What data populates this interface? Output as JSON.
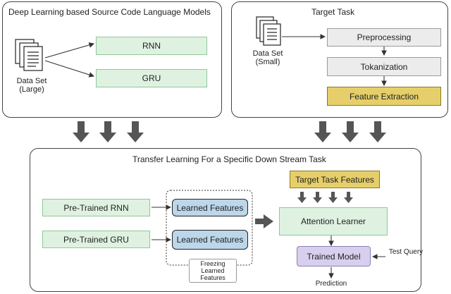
{
  "panels": {
    "pretraining_title": "Deep Learning based Source Code Language Models",
    "target_title": "Target Task",
    "transfer_title": "Transfer Learning For a Specific Down Stream Task"
  },
  "pretraining": {
    "dataset_label": "Data Set",
    "dataset_size": "(Large)",
    "rnn": "RNN",
    "gru": "GRU"
  },
  "target": {
    "dataset_label": "Data Set",
    "dataset_size": "(Small)",
    "steps": [
      "Preprocessing",
      "Tokanization",
      "Feature Extraction"
    ]
  },
  "transfer": {
    "pretrained_rnn": "Pre-Trained RNN",
    "pretrained_gru": "Pre-Trained GRU",
    "learned_features": "Learned Features",
    "freezing_note": "Freezing Learned Features",
    "target_task_features": "Target Task Features",
    "attention_learner": "Attention Learner",
    "trained_model": "Trained Model",
    "test_query": "Test Query",
    "prediction": "Prediction"
  },
  "colors": {
    "green": "#dff2e1",
    "gray": "#ececec",
    "yellow": "#e6cf6a",
    "blue": "#bcd6ea",
    "purple": "#d8cfee",
    "arrow": "#555555"
  }
}
